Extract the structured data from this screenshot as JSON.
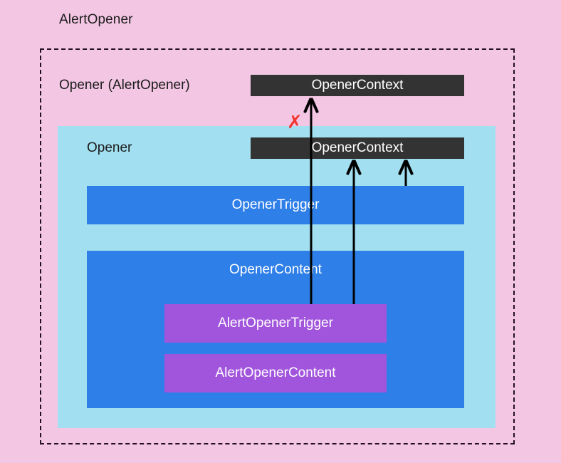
{
  "diagram": {
    "title": "AlertOpener",
    "background_color": "#f3c6e3",
    "outer_group": {
      "label": "Opener (AlertOpener)",
      "border_style": "dashed",
      "border_color": "#231022"
    },
    "inner_group": {
      "label": "Opener",
      "fill_color": "#a2dff0"
    },
    "context_bars": [
      {
        "label": "OpenerContext",
        "scope": "alert-opener",
        "fill_color": "#333333"
      },
      {
        "label": "OpenerContext",
        "scope": "opener",
        "fill_color": "#333333"
      }
    ],
    "opener_boxes": [
      {
        "label": "OpenerTrigger",
        "fill_color": "#2f7fe8"
      },
      {
        "label": "OpenerContent",
        "fill_color": "#2f7fe8"
      }
    ],
    "alert_boxes": [
      {
        "label": "AlertOpenerTrigger",
        "fill_color": "#a155dc"
      },
      {
        "label": "AlertOpenerContent",
        "fill_color": "#a155dc"
      }
    ],
    "annotations": {
      "blocked_marker": "✗",
      "blocked_marker_color": "#f2352f"
    },
    "connections": [
      {
        "from": "AlertOpenerTrigger",
        "to": "OpenerContext (AlertOpener)",
        "blocked": true
      },
      {
        "from": "AlertOpenerTrigger",
        "to": "OpenerContext (Opener)",
        "blocked": false
      },
      {
        "from": "OpenerTrigger",
        "to": "OpenerContext (Opener)",
        "blocked": false
      }
    ]
  }
}
